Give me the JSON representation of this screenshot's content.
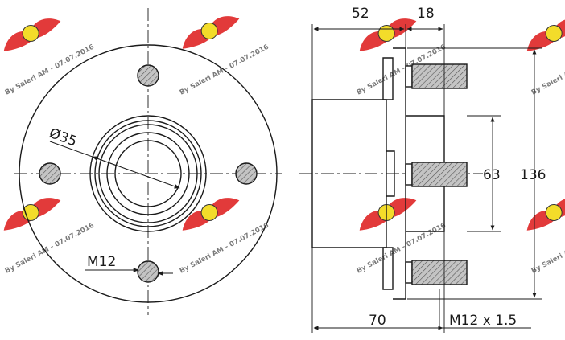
{
  "dimensions": {
    "front_width": "52",
    "flange_width": "18",
    "bore_diameter": "Ø35",
    "stud_thread_left": "M12",
    "pcd": "63",
    "outer_diameter": "136",
    "total_length": "70",
    "stud_thread": "M12 x 1.5"
  },
  "watermark": {
    "text": "By Saleri AM - 07.07.2016"
  },
  "colors": {
    "line": "#1a1a1a",
    "hatch_fill": "#b0b0b0",
    "watermark_red": "#e23a3a",
    "watermark_yellow": "#f3dc2a"
  }
}
